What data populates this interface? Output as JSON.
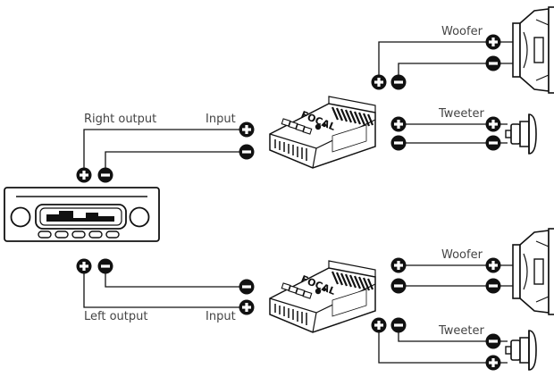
{
  "labels": {
    "right_output": "Right output",
    "left_output": "Left output",
    "input_top": "Input",
    "input_bottom": "Input",
    "woofer_top": "Woofer",
    "tweeter_top": "Tweeter",
    "woofer_bottom": "Woofer",
    "tweeter_bottom": "Tweeter"
  },
  "crossover_brand": "FOCAL",
  "terminals": {
    "positive_glyph": "+",
    "negative_glyph": "−"
  },
  "colors": {
    "line": "#111111",
    "label_text": "#444444",
    "terminal_fill": "#111111",
    "background": "#ffffff"
  },
  "icons": [
    "car-stereo-icon",
    "crossover-icon",
    "woofer-speaker-icon",
    "tweeter-speaker-icon",
    "plus-terminal-icon",
    "minus-terminal-icon"
  ]
}
